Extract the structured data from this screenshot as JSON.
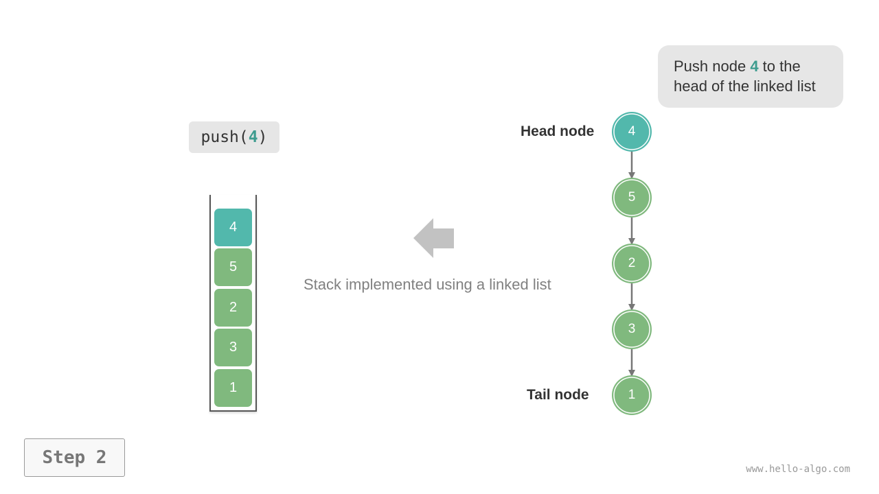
{
  "push_label": {
    "prefix": "push(",
    "value": "4",
    "suffix": ")"
  },
  "stack": [
    {
      "value": "4",
      "color": "#52b8ac"
    },
    {
      "value": "5",
      "color": "#80b97e"
    },
    {
      "value": "2",
      "color": "#80b97e"
    },
    {
      "value": "3",
      "color": "#80b97e"
    },
    {
      "value": "1",
      "color": "#80b97e"
    }
  ],
  "caption": "Stack implemented using a linked list",
  "callout": {
    "line1_prefix": "Push node ",
    "value": "4",
    "line1_suffix": " to the",
    "line2": "head of the linked list"
  },
  "linked_list": {
    "head_label": "Head node",
    "tail_label": "Tail node",
    "nodes": [
      {
        "value": "4",
        "color": "#52b8ac"
      },
      {
        "value": "5",
        "color": "#80b97e"
      },
      {
        "value": "2",
        "color": "#80b97e"
      },
      {
        "value": "3",
        "color": "#80b97e"
      },
      {
        "value": "1",
        "color": "#80b97e"
      }
    ]
  },
  "colors": {
    "highlight": "#3e9c8f",
    "teal_node": "#52b8ac",
    "green_node": "#80b97e",
    "arrow": "#777777",
    "big_arrow": "#c2c2c2"
  },
  "step": "Step 2",
  "watermark": "www.hello-algo.com"
}
